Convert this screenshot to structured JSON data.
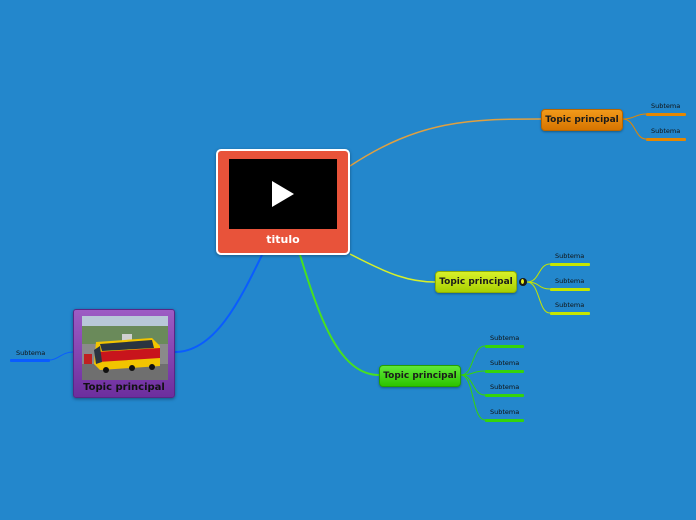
{
  "central": {
    "label": "titulo",
    "media_icon": "play-icon"
  },
  "topics": [
    {
      "id": "orange",
      "label": "Topic principal",
      "color": "#e58700",
      "subtopics": [
        "Subtema",
        "Subtema"
      ]
    },
    {
      "id": "yellow",
      "label": "Topic principal",
      "color": "#c6e600",
      "subtopics": [
        "Subtema",
        "Subtema",
        "Subtema"
      ],
      "icon": "globe-icon"
    },
    {
      "id": "green",
      "label": "Topic principal",
      "color": "#35d40a",
      "subtopics": [
        "Subtema",
        "Subtema",
        "Subtema",
        "Subtema"
      ]
    },
    {
      "id": "purple",
      "label": "Topic principal",
      "color": "#7e3fb0",
      "image": "bus-photo",
      "subtopics": [
        "Subtema"
      ]
    }
  ],
  "colors": {
    "background": "#2387cc",
    "central": "#e8533a",
    "blue_branch": "#0a5cff"
  }
}
